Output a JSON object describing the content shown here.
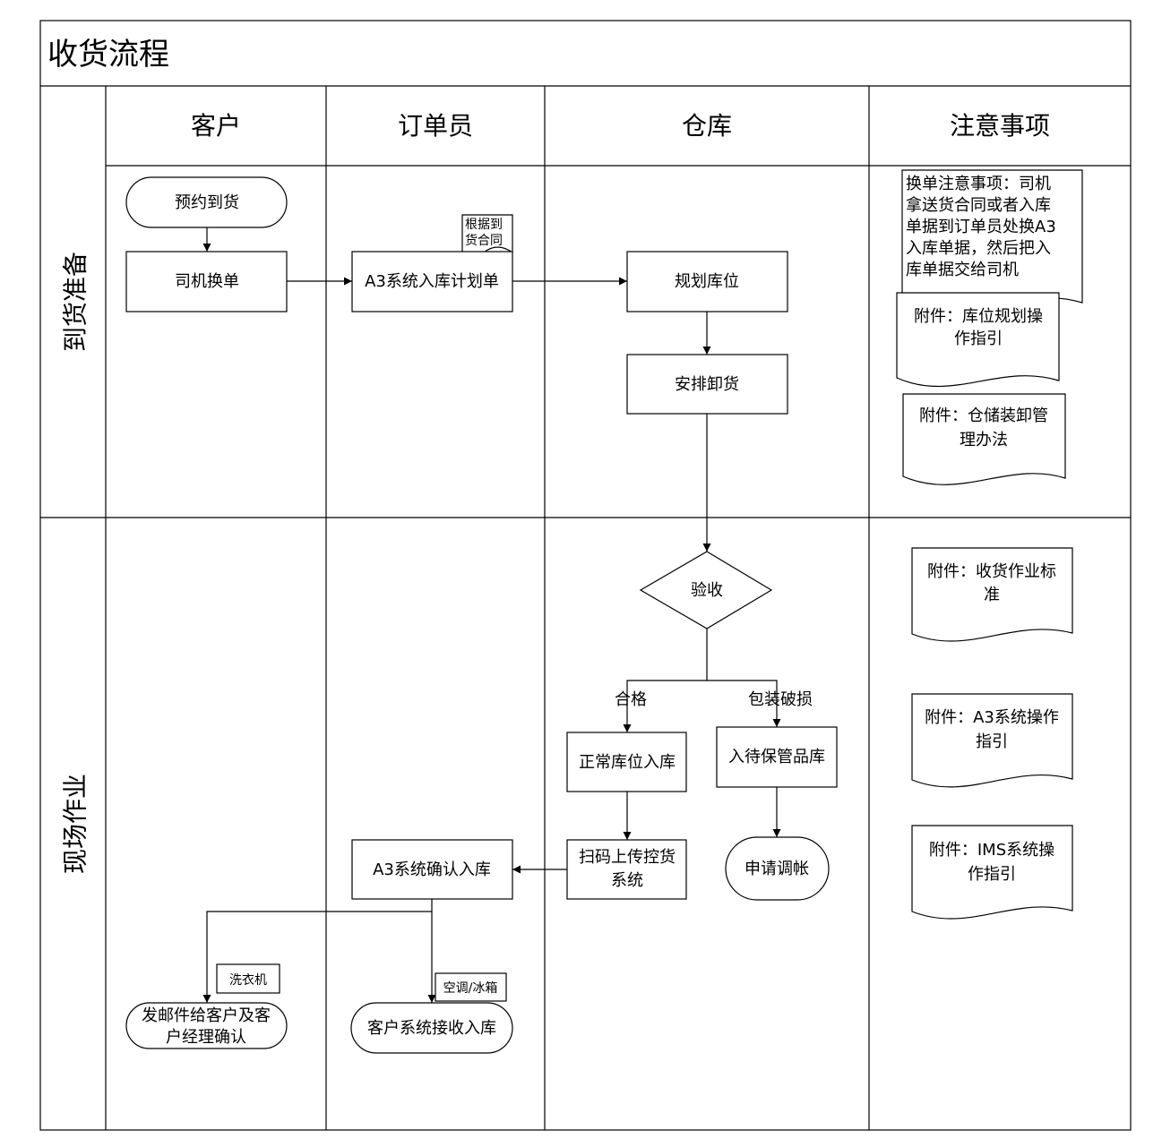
{
  "title": "收货流程",
  "lanes": [
    "客户",
    "订单员",
    "仓库",
    "注意事项"
  ],
  "phases": [
    "到货准备",
    "现场作业"
  ],
  "nodes": {
    "book_arrival": "预约到货",
    "driver_exchange": "司机换单",
    "a3_plan": "A3系统入库计划单",
    "plan_location": "规划库位",
    "arrange_unload": "安排卸货",
    "inspect": "验收",
    "normal_stock": "正常库位入库",
    "pending_stock": "入待保管品库",
    "scan_upload": [
      "扫码上传控货",
      "系统"
    ],
    "request_adjust": "申请调帐",
    "a3_confirm": "A3系统确认入库",
    "send_email": [
      "发邮件给客户及客",
      "户经理确认"
    ],
    "customer_receive": "客户系统接收入库"
  },
  "callouts": {
    "by_contract": [
      "根据到",
      "货合同"
    ],
    "washer": "洗衣机",
    "ac_fridge": "空调/冰箱"
  },
  "branches": {
    "pass": "合格",
    "damaged": "包装破损"
  },
  "notes": {
    "exchange_note": [
      "换单注意事项：司机",
      "拿送货合同或者入库",
      "单据到订单员处换A3",
      "入库单据，然后把入",
      "库单据交给司机"
    ],
    "attach_location": [
      "附件：库位规划操",
      "作指引"
    ],
    "attach_handling": [
      "附件：仓储装卸管",
      "理办法"
    ],
    "attach_receiving": [
      "附件：收货作业标",
      "准"
    ],
    "attach_a3": [
      "附件：A3系统操作",
      "指引"
    ],
    "attach_ims": [
      "附件：IMS系统操",
      "作指引"
    ]
  }
}
